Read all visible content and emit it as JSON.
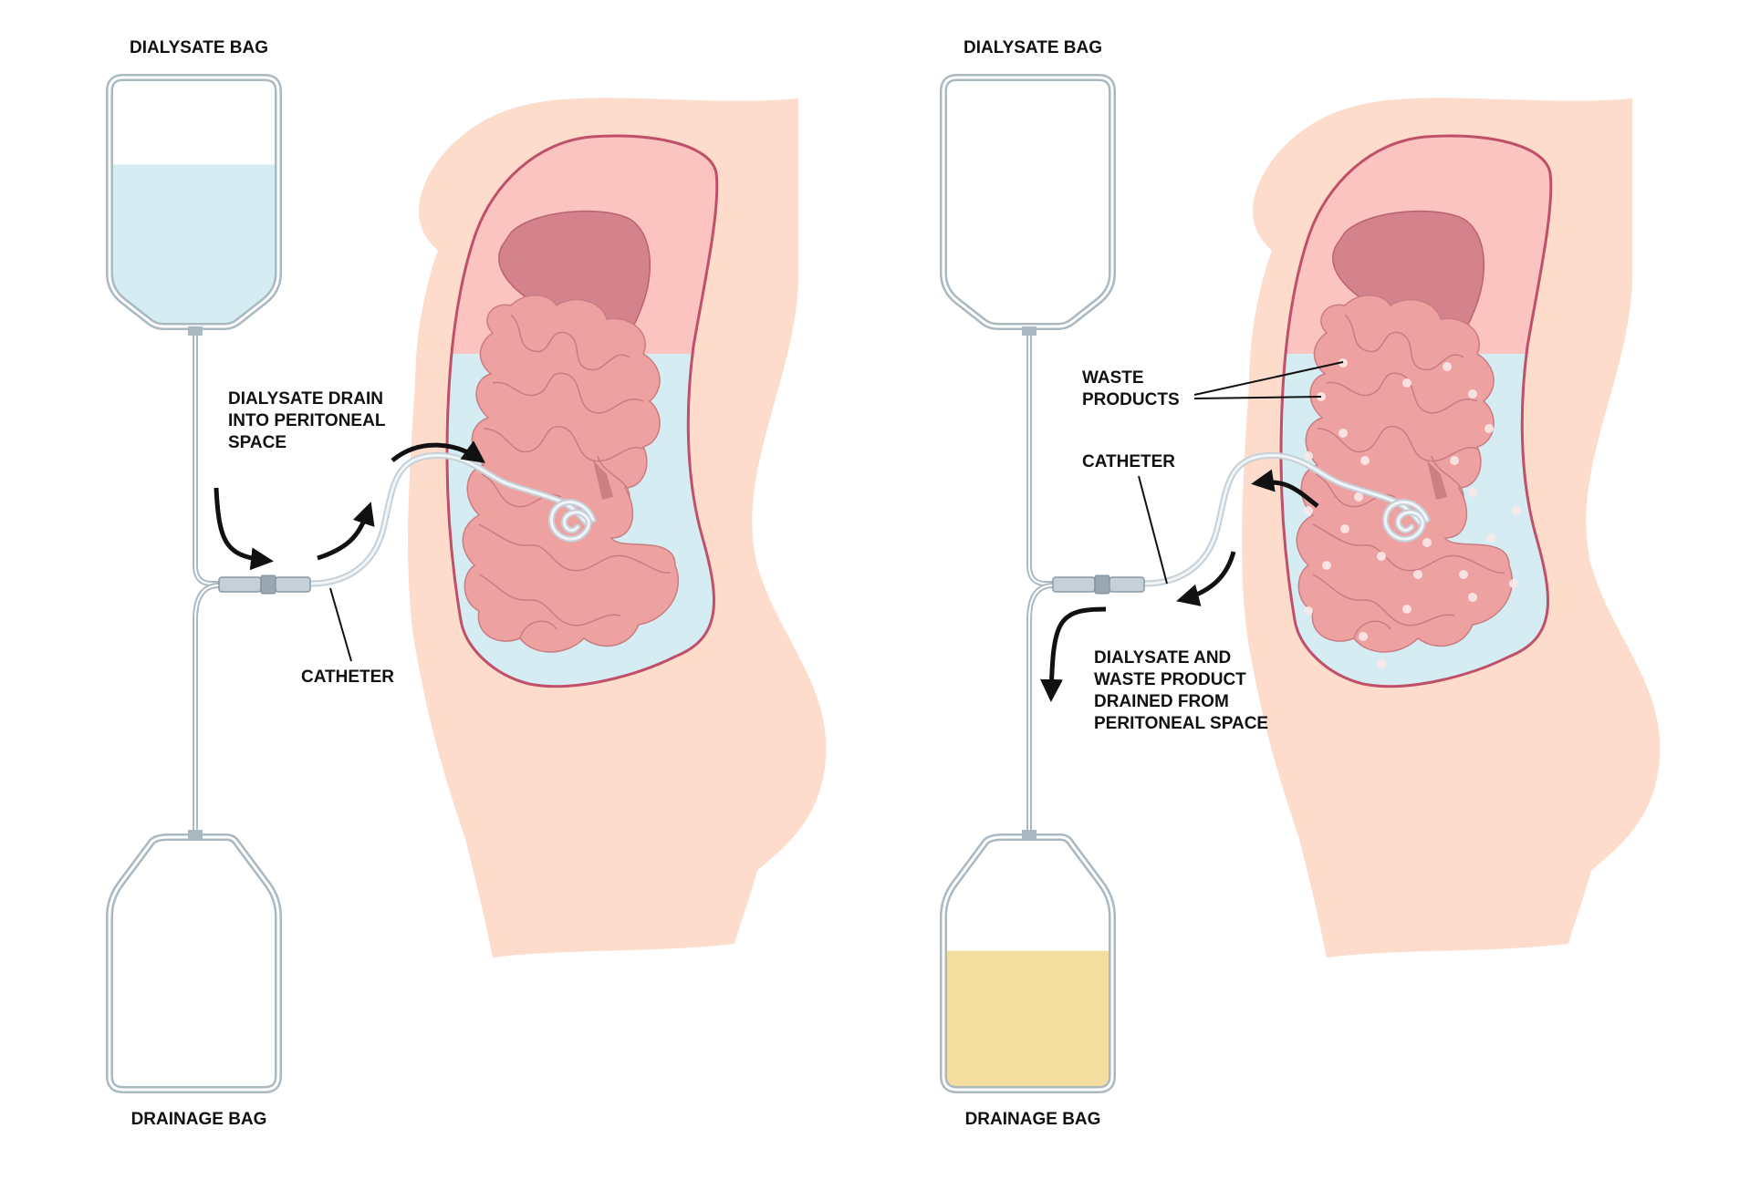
{
  "colors": {
    "background": "#ffffff",
    "skin": "#fddccb",
    "cavity": "#fbc4c0",
    "cavity_border": "#c0506a",
    "liver": "#d4828c",
    "intestine": "#eea1a1",
    "intestine_line": "#c97d82",
    "dialysate": "#d5ecf3",
    "drainage_fluid": "#f4de9f",
    "bag_outline": "#aab8c2",
    "tube": "#c5d0d8",
    "label": "#111111"
  },
  "left_panel": {
    "dialysate_bag_label": "DIALYSATE BAG",
    "dialysate_bag_fill": 0.65,
    "drainage_bag_label": "DRAINAGE BAG",
    "drainage_bag_fill": 0,
    "annotation_lines": [
      "DIALYSATE DRAIN",
      "INTO PERITONEAL",
      "SPACE"
    ],
    "catheter_label": "CATHETER"
  },
  "right_panel": {
    "dialysate_bag_label": "DIALYSATE BAG",
    "dialysate_bag_fill": 0,
    "drainage_bag_label": "DRAINAGE BAG",
    "drainage_bag_fill": 0.55,
    "waste_label_lines": [
      "WASTE",
      "PRODUCTS"
    ],
    "catheter_label": "CATHETER",
    "annotation_lines": [
      "DIALYSATE AND",
      "WASTE PRODUCT",
      "DRAINED FROM",
      "PERITONEAL SPACE"
    ]
  }
}
